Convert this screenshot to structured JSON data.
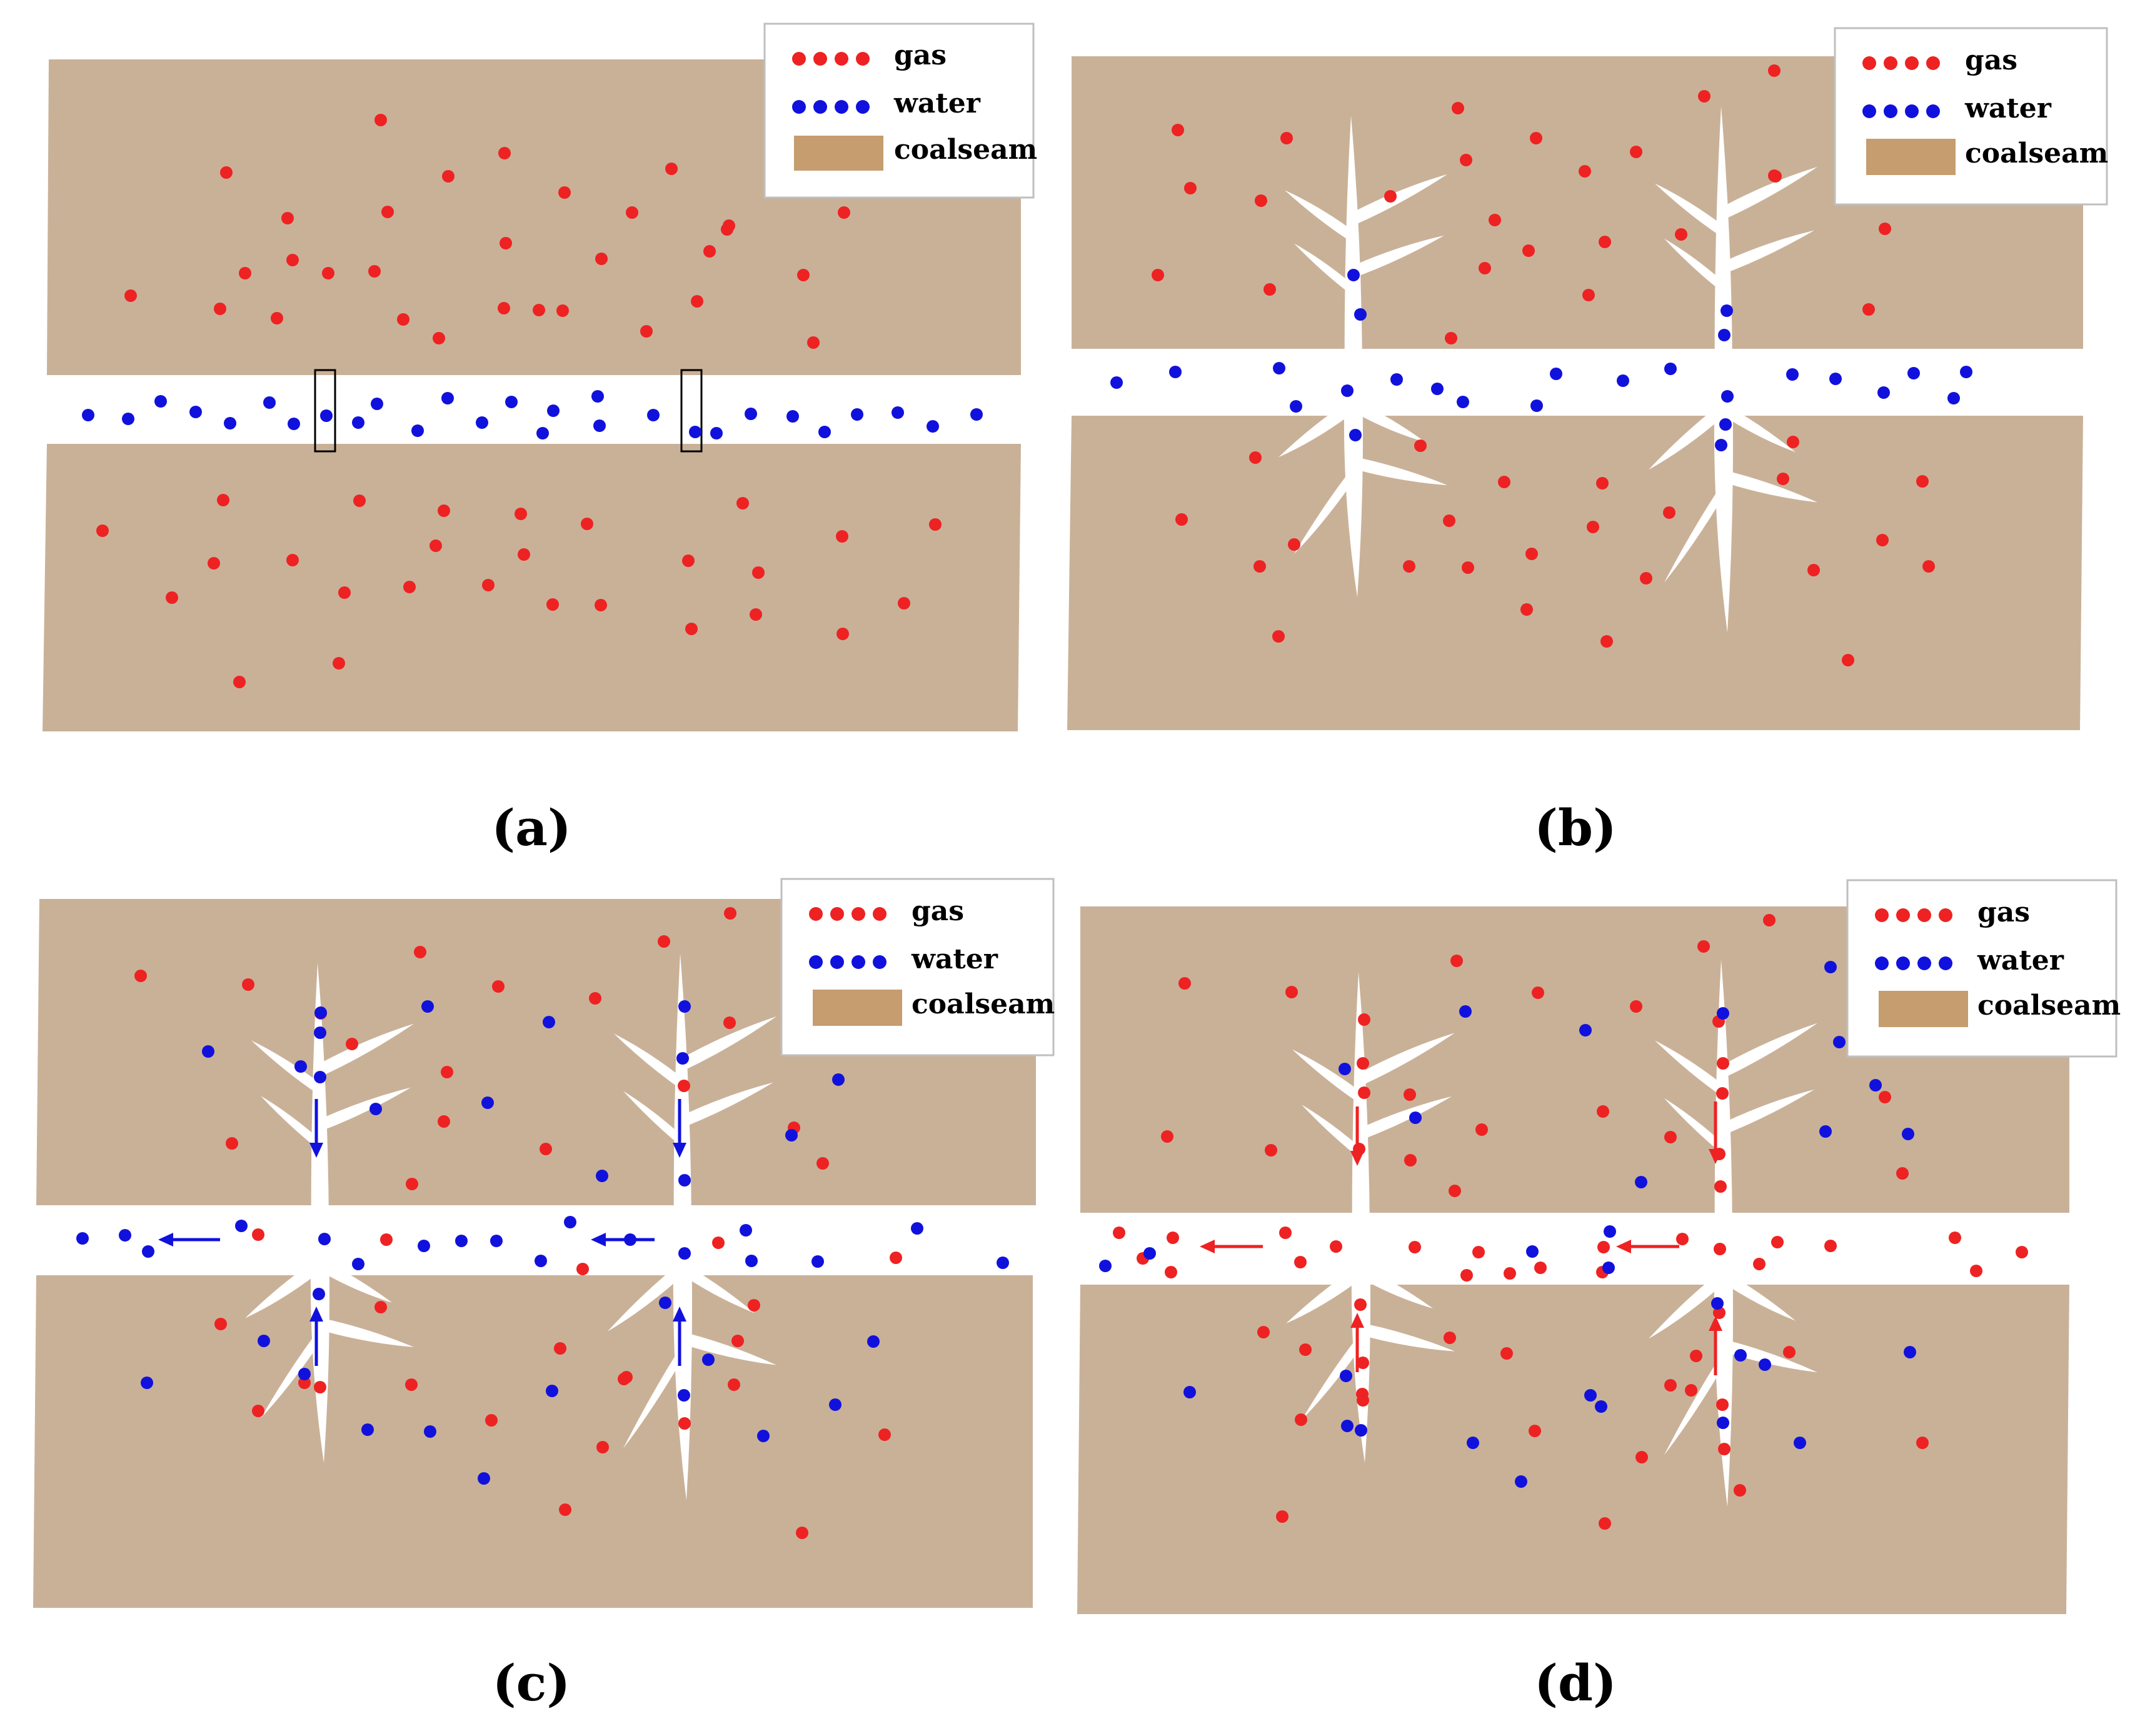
{
  "colors": {
    "coal": "#c9b198",
    "coal_swatch": "#c59d6e",
    "gas": "#ee2222",
    "water": "#1111dd",
    "channel": "#ffffff"
  },
  "legend": {
    "gas": "gas",
    "water": "water",
    "coalseam": "coalseam"
  },
  "panels": [
    {
      "id": "a",
      "caption": "(a)",
      "fractures": false,
      "arrows": "none",
      "legend_items": [
        "gas",
        "water",
        "coalseam"
      ]
    },
    {
      "id": "b",
      "caption": "(b)",
      "fractures": true,
      "arrows": "none",
      "legend_items": [
        "gas",
        "water",
        "coalseam"
      ]
    },
    {
      "id": "c",
      "caption": "(c)",
      "fractures": true,
      "arrows": "water",
      "legend_items": [
        "gas",
        "water",
        "coalseam"
      ]
    },
    {
      "id": "d",
      "caption": "(d)",
      "fractures": true,
      "arrows": "gas",
      "legend_items": [
        "gas",
        "water",
        "coalseam"
      ]
    }
  ]
}
